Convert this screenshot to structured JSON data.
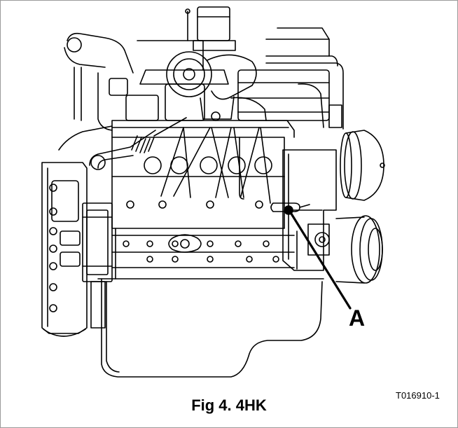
{
  "figure": {
    "caption": "Fig 4. 4HK",
    "code": "T016910-1"
  },
  "callout": {
    "letter": "A"
  },
  "colors": {
    "line": "#000000",
    "background": "#ffffff",
    "border": "#9a9a9a"
  }
}
